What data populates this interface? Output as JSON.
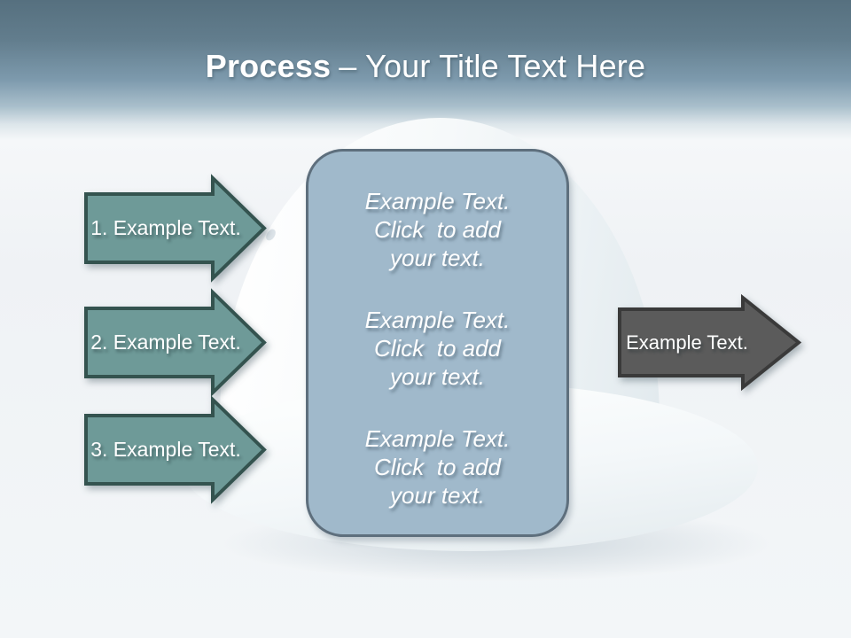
{
  "theme": {
    "header_top": "#56707f",
    "body_bg": "#eff2f5",
    "teal_fill": "#6e9a98",
    "teal_border": "#34534f",
    "gray_fill": "#5b5b5b",
    "gray_border": "#3a3a3a",
    "panel_fill": "#a0b9cb",
    "panel_border": "#5e6f7d",
    "text_color": "#ffffff"
  },
  "title": {
    "bold": "Process",
    "rest": "– Your Title Text Here"
  },
  "left_arrows": [
    {
      "label": "1. Example Text."
    },
    {
      "label": "2. Example Text."
    },
    {
      "label": "3. Example Text."
    }
  ],
  "panel": {
    "blocks": [
      {
        "text": "Example Text.\nClick  to add\nyour text."
      },
      {
        "text": "Example Text.\nClick  to add\nyour text."
      },
      {
        "text": "Example Text.\nClick  to add\nyour text."
      }
    ]
  },
  "right_arrow": {
    "label": "Example Text."
  }
}
